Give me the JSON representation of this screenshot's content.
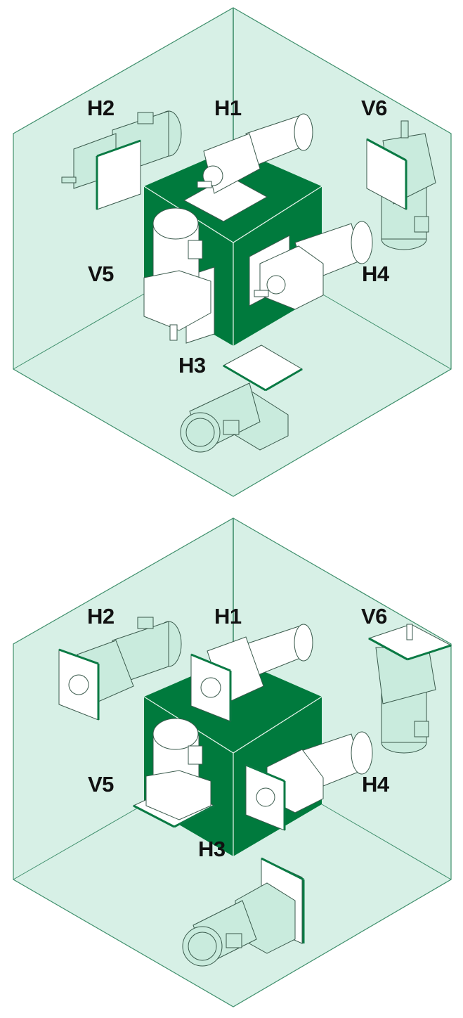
{
  "colors": {
    "outer_cube_fill": "#d7f0e6",
    "outer_cube_edge": "#3f8f6c",
    "inner_block": "#007a3d",
    "flange_edge": "#0a7a44",
    "motor_body": "#c9ebdd",
    "motor_line": "#3a5a4c",
    "plate": "#ffffff"
  },
  "panels": [
    {
      "id": "foot-mounted",
      "positions": [
        {
          "code": "H1",
          "face": "top",
          "mount": "foot"
        },
        {
          "code": "H2",
          "face": "back-left",
          "mount": "foot"
        },
        {
          "code": "H3",
          "face": "bottom",
          "mount": "foot"
        },
        {
          "code": "H4",
          "face": "front-right",
          "mount": "foot"
        },
        {
          "code": "V5",
          "face": "front-left",
          "mount": "foot"
        },
        {
          "code": "V6",
          "face": "back-right",
          "mount": "foot"
        }
      ]
    },
    {
      "id": "flange-mounted",
      "positions": [
        {
          "code": "H1",
          "face": "top",
          "mount": "flange"
        },
        {
          "code": "H2",
          "face": "back-left",
          "mount": "flange"
        },
        {
          "code": "H3",
          "face": "bottom",
          "mount": "flange"
        },
        {
          "code": "H4",
          "face": "front-right",
          "mount": "flange"
        },
        {
          "code": "V5",
          "face": "front-left",
          "mount": "flange"
        },
        {
          "code": "V6",
          "face": "back-right",
          "mount": "flange"
        }
      ]
    }
  ]
}
